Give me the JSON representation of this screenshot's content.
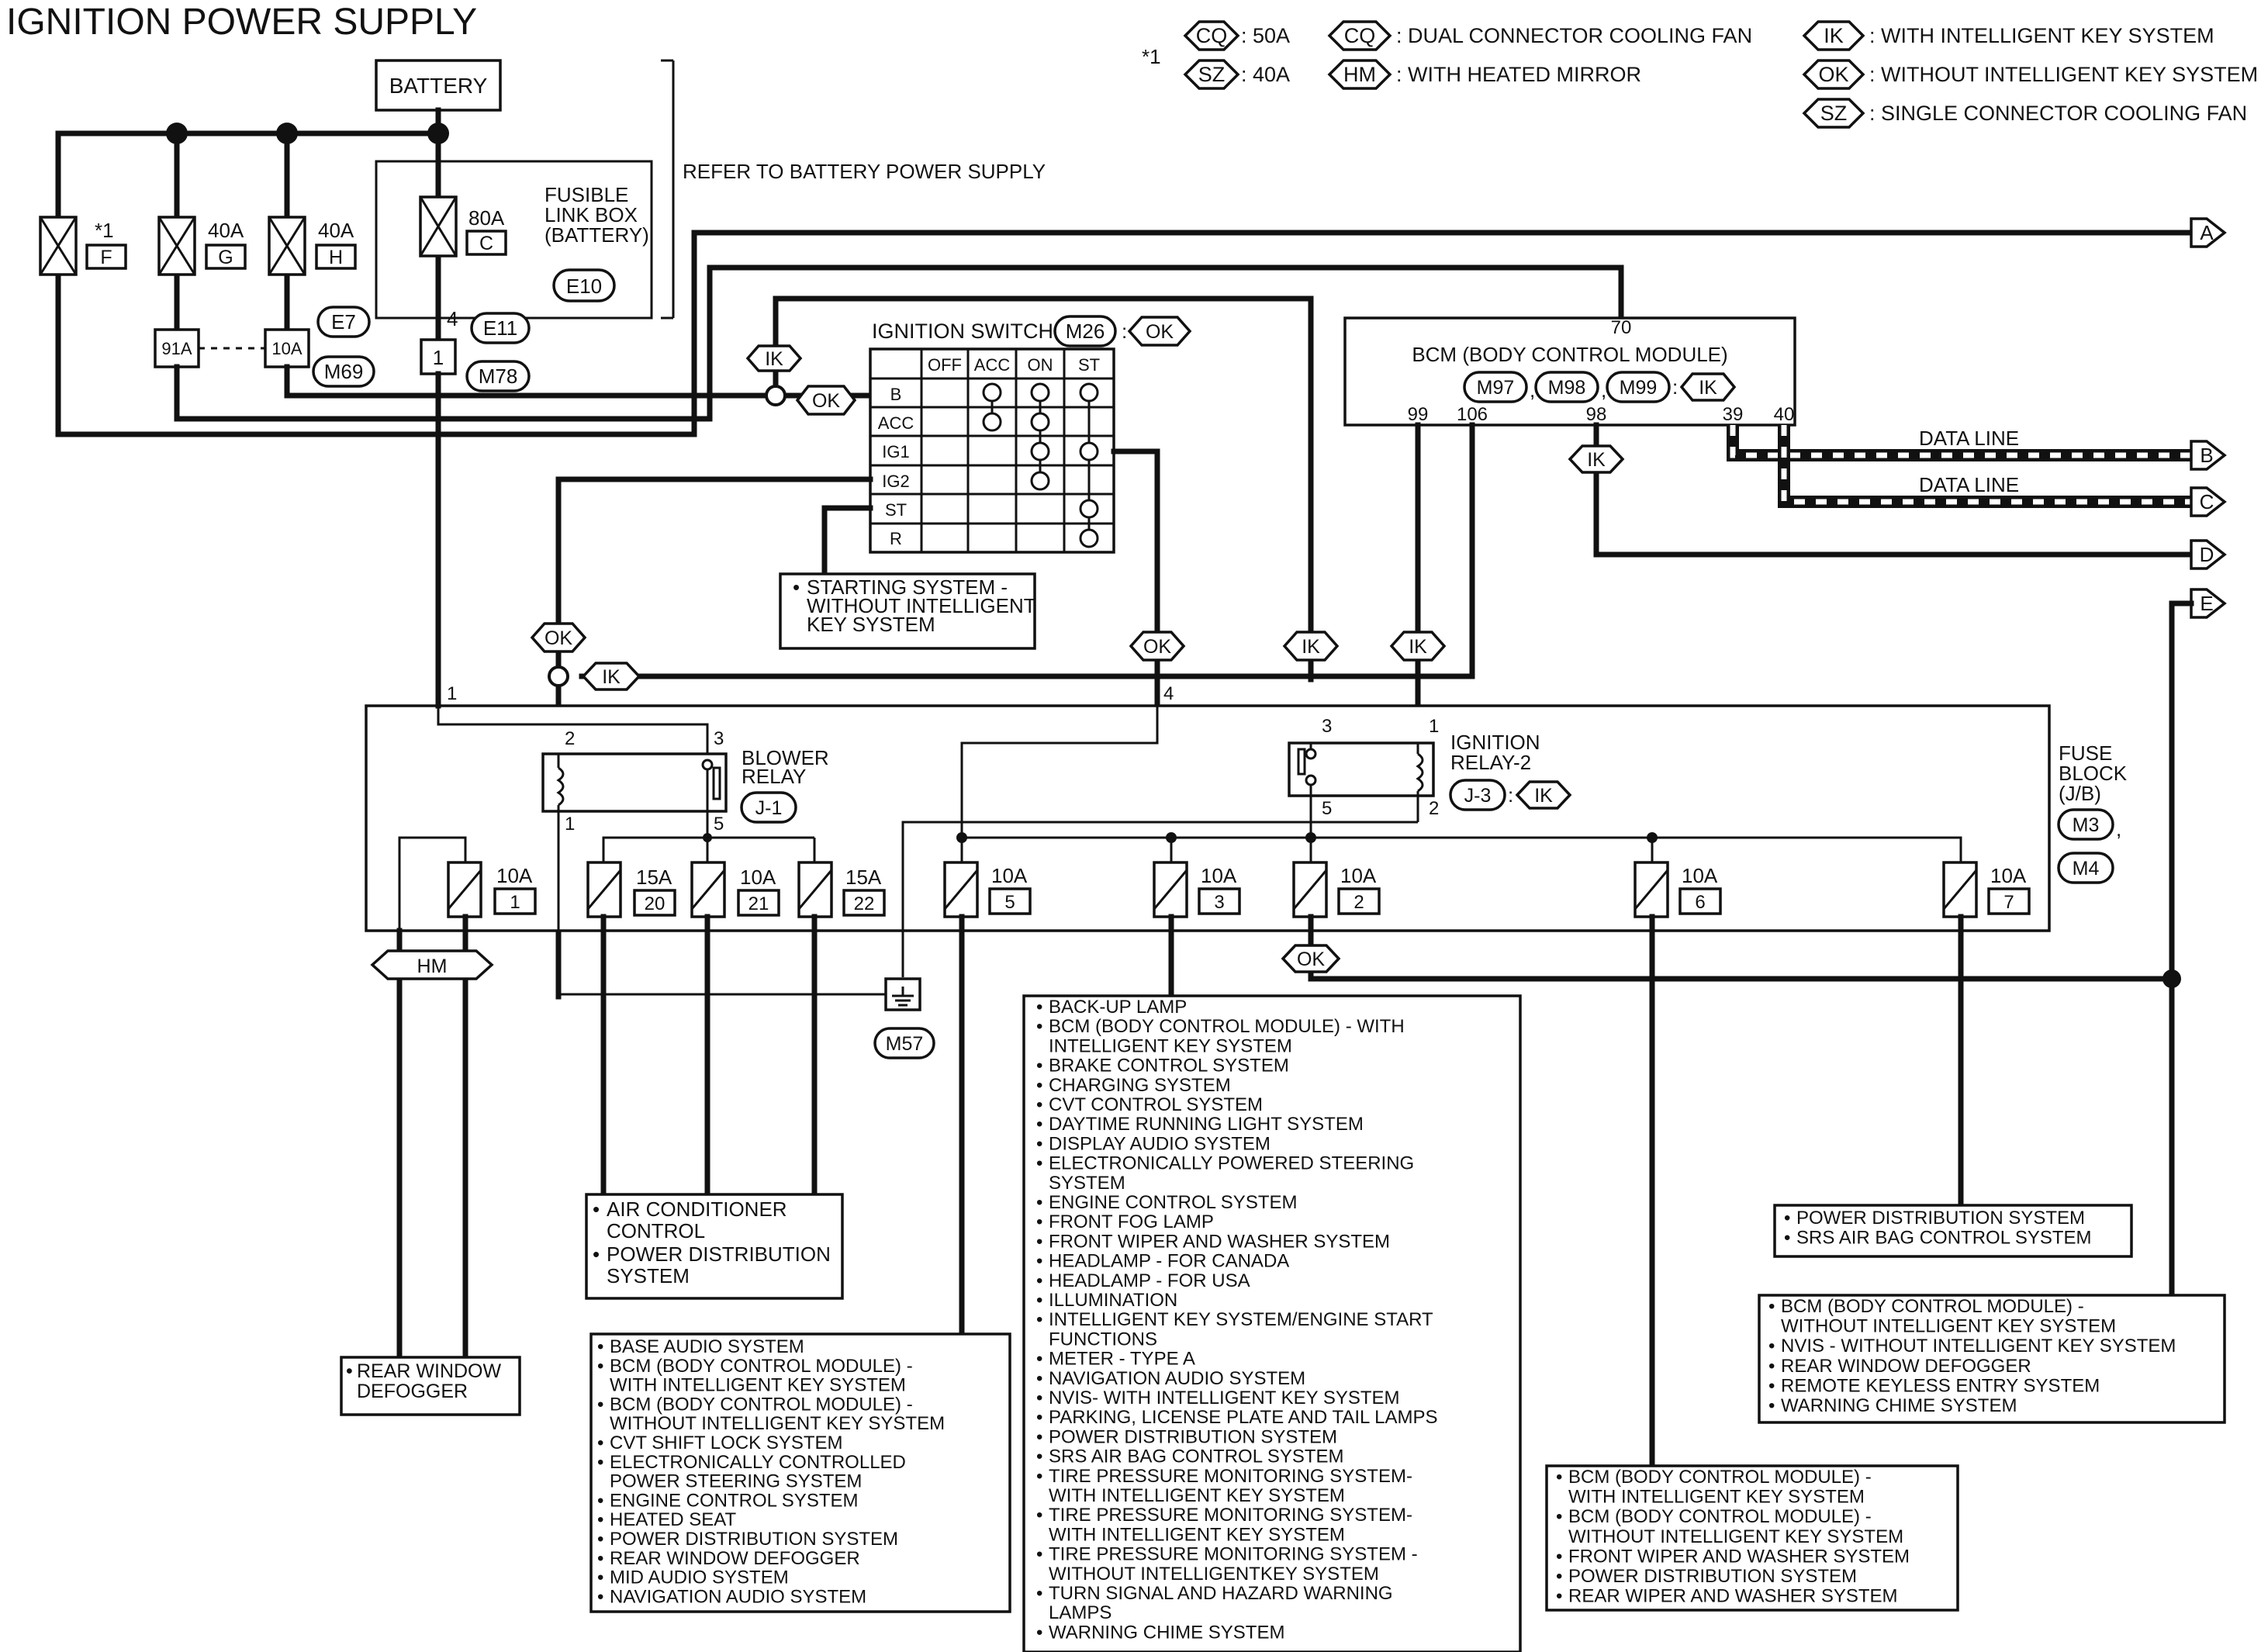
{
  "title": "IGNITION POWER SUPPLY",
  "legend": {
    "star_note": "*1",
    "CQ_rating": ": 50A",
    "SZ_rating": ": 40A",
    "items": [
      {
        "tag": "CQ",
        "text": ": DUAL CONNECTOR COOLING FAN"
      },
      {
        "tag": "HM",
        "text": ": WITH HEATED MIRROR"
      },
      {
        "tag": "IK",
        "text": ": WITH INTELLIGENT KEY SYSTEM"
      },
      {
        "tag": "OK",
        "text": ": WITHOUT INTELLIGENT KEY SYSTEM"
      },
      {
        "tag": "SZ",
        "text": ": SINGLE CONNECTOR COOLING FAN"
      }
    ]
  },
  "battery": "BATTERY",
  "refer_battery": "REFER TO BATTERY POWER SUPPLY",
  "fusible_link_box": [
    "FUSIBLE",
    "LINK BOX",
    "(BATTERY)"
  ],
  "fusible_links": [
    {
      "rating": "*1",
      "letter": "F"
    },
    {
      "rating": "40A",
      "letter": "G"
    },
    {
      "rating": "40A",
      "letter": "H"
    },
    {
      "rating": "80A",
      "letter": "C"
    }
  ],
  "connectors": {
    "E10": "E10",
    "E11": "E11",
    "E7": "E7",
    "M69": "M69",
    "M78": "M78",
    "M26": "M26",
    "M97": "M97",
    "M98": "M98",
    "M99": "M99",
    "M57": "M57",
    "M3": "M3",
    "M4": "M4",
    "J1": "J-1",
    "J3": "J-3"
  },
  "pins": {
    "p91A": "91A",
    "p10A": "10A",
    "p1": "1",
    "p4": "4",
    "bcm70": "70",
    "bcm99": "99",
    "bcm106": "106",
    "bcm98": "98",
    "bcm39": "39",
    "bcm40": "40",
    "sw4": "4",
    "fb1": "1",
    "br2": "2",
    "br3": "3",
    "br1": "1",
    "br5": "5",
    "ir3": "3",
    "ir1": "1",
    "ir5": "5",
    "ir2": "2"
  },
  "ignition_switch": {
    "title": "IGNITION SWITCH",
    "columns": [
      "OFF",
      "ACC",
      "ON",
      "ST"
    ],
    "rows": [
      "B",
      "ACC",
      "IG1",
      "IG2",
      "ST",
      "R"
    ]
  },
  "bcm": {
    "title": "BCM (BODY CONTROL MODULE)"
  },
  "data_line": "DATA LINE",
  "outputs": [
    "A",
    "B",
    "C",
    "D",
    "E"
  ],
  "tags": {
    "IK": "IK",
    "OK": "OK",
    "HM": "HM"
  },
  "sep_comma": ",",
  "sep_colon": ":",
  "starting_system": [
    "STARTING SYSTEM -",
    "WITHOUT INTELLIGENT",
    "KEY SYSTEM"
  ],
  "blower_relay": [
    "BLOWER",
    "RELAY"
  ],
  "ignition_relay": [
    "IGNITION",
    "RELAY-2"
  ],
  "fuse_block": [
    "FUSE",
    "BLOCK",
    "(J/B)"
  ],
  "fuses": [
    {
      "rating": "10A",
      "num": "1"
    },
    {
      "rating": "15A",
      "num": "20"
    },
    {
      "rating": "10A",
      "num": "21"
    },
    {
      "rating": "15A",
      "num": "22"
    },
    {
      "rating": "10A",
      "num": "5"
    },
    {
      "rating": "10A",
      "num": "3"
    },
    {
      "rating": "10A",
      "num": "2"
    },
    {
      "rating": "10A",
      "num": "6"
    },
    {
      "rating": "10A",
      "num": "7"
    }
  ],
  "lists": {
    "rear_defogger": [
      "REAR WINDOW",
      "DEFOGGER"
    ],
    "air_conditioner": [
      [
        "AIR CONDITIONER",
        "CONTROL"
      ],
      [
        "POWER DISTRIBUTION",
        "SYSTEM"
      ]
    ],
    "fuse5_systems": [
      [
        "BASE AUDIO SYSTEM"
      ],
      [
        "BCM (BODY CONTROL MODULE) -",
        "WITH INTELLIGENT KEY SYSTEM"
      ],
      [
        "BCM (BODY CONTROL MODULE) -",
        "WITHOUT INTELLIGENT KEY SYSTEM"
      ],
      [
        "CVT SHIFT LOCK SYSTEM"
      ],
      [
        "ELECTRONICALLY CONTROLLED",
        "POWER STEERING SYSTEM"
      ],
      [
        "ENGINE CONTROL SYSTEM"
      ],
      [
        "HEATED SEAT"
      ],
      [
        "POWER DISTRIBUTION SYSTEM"
      ],
      [
        "REAR WINDOW DEFOGGER"
      ],
      [
        "MID AUDIO SYSTEM"
      ],
      [
        "NAVIGATION AUDIO SYSTEM"
      ]
    ],
    "fuse3_systems": [
      [
        "BACK-UP LAMP"
      ],
      [
        "BCM (BODY CONTROL MODULE) - WITH",
        "INTELLIGENT KEY SYSTEM"
      ],
      [
        "BRAKE CONTROL SYSTEM"
      ],
      [
        "CHARGING SYSTEM"
      ],
      [
        "CVT CONTROL SYSTEM"
      ],
      [
        "DAYTIME RUNNING LIGHT SYSTEM"
      ],
      [
        "DISPLAY AUDIO SYSTEM"
      ],
      [
        "ELECTRONICALLY POWERED STEERING",
        "SYSTEM"
      ],
      [
        "ENGINE CONTROL SYSTEM"
      ],
      [
        "FRONT FOG LAMP"
      ],
      [
        "FRONT WIPER AND WASHER SYSTEM"
      ],
      [
        "HEADLAMP - FOR CANADA"
      ],
      [
        "HEADLAMP - FOR USA"
      ],
      [
        "ILLUMINATION"
      ],
      [
        "INTELLIGENT KEY SYSTEM/ENGINE START",
        "FUNCTIONS"
      ],
      [
        "METER - TYPE A"
      ],
      [
        "NAVIGATION AUDIO SYSTEM"
      ],
      [
        "NVIS- WITH INTELLIGENT KEY SYSTEM"
      ],
      [
        "PARKING, LICENSE PLATE AND TAIL LAMPS"
      ],
      [
        "POWER DISTRIBUTION SYSTEM"
      ],
      [
        "SRS AIR BAG CONTROL SYSTEM"
      ],
      [
        "TIRE PRESSURE MONITORING SYSTEM-",
        "WITH INTELLIGENT KEY SYSTEM"
      ],
      [
        "TIRE PRESSURE MONITORING SYSTEM-",
        "WITH INTELLIGENT KEY SYSTEM"
      ],
      [
        "TIRE PRESSURE MONITORING SYSTEM -",
        "WITHOUT INTELLIGENTKEY SYSTEM"
      ],
      [
        "TURN SIGNAL AND HAZARD WARNING",
        "LAMPS"
      ],
      [
        "WARNING CHIME SYSTEM"
      ]
    ],
    "fuse6_systems": [
      [
        "BCM (BODY CONTROL MODULE) -",
        "WITH INTELLIGENT KEY SYSTEM"
      ],
      [
        "BCM (BODY CONTROL MODULE) -",
        "WITHOUT INTELLIGENT KEY SYSTEM"
      ],
      [
        "FRONT WIPER AND WASHER SYSTEM"
      ],
      [
        "POWER DISTRIBUTION SYSTEM"
      ],
      [
        "REAR WIPER AND WASHER SYSTEM"
      ]
    ],
    "fuse7_systems": [
      [
        "POWER DISTRIBUTION SYSTEM"
      ],
      [
        "SRS AIR BAG CONTROL SYSTEM"
      ]
    ],
    "e_systems": [
      [
        "BCM (BODY CONTROL MODULE) -",
        "WITHOUT INTELLIGENT KEY SYSTEM"
      ],
      [
        "NVIS - WITHOUT INTELLIGENT KEY SYSTEM"
      ],
      [
        "REAR WINDOW DEFOGGER"
      ],
      [
        "REMOTE KEYLESS ENTRY SYSTEM"
      ],
      [
        "WARNING CHIME SYSTEM"
      ]
    ]
  }
}
